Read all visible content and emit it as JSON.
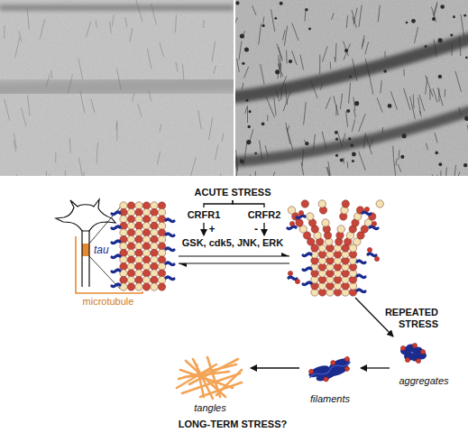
{
  "diagram": {
    "nodes": [
      {
        "text": [
          "ACUTE STRESS"
        ]
      },
      {
        "text": [
          "CRFR1"
        ]
      },
      {
        "text": [
          "CRFR2"
        ]
      },
      {
        "text": [
          "GSK, cdk5, JNK, ERK"
        ]
      },
      {
        "text": [
          "aggregates"
        ]
      },
      {
        "text": [
          "filaments"
        ]
      },
      {
        "text": [
          "tangles"
        ]
      }
    ],
    "edges": [
      {
        "from": 0,
        "to": 1,
        "arrow": "none"
      },
      {
        "from": 0,
        "to": 2,
        "arrow": "none"
      },
      {
        "from": 1,
        "to": 3,
        "label": "+",
        "arrow": "to"
      },
      {
        "from": 2,
        "to": 3,
        "label": "-",
        "arrow": "to"
      },
      {
        "from": 4,
        "to": 5,
        "arrow": "to"
      },
      {
        "from": 5,
        "to": 6,
        "arrow": "to"
      }
    ],
    "labels": [
      "tau",
      "microtubule",
      "REPEATED STRESS",
      "LONG-TERM STRESS?"
    ]
  }
}
